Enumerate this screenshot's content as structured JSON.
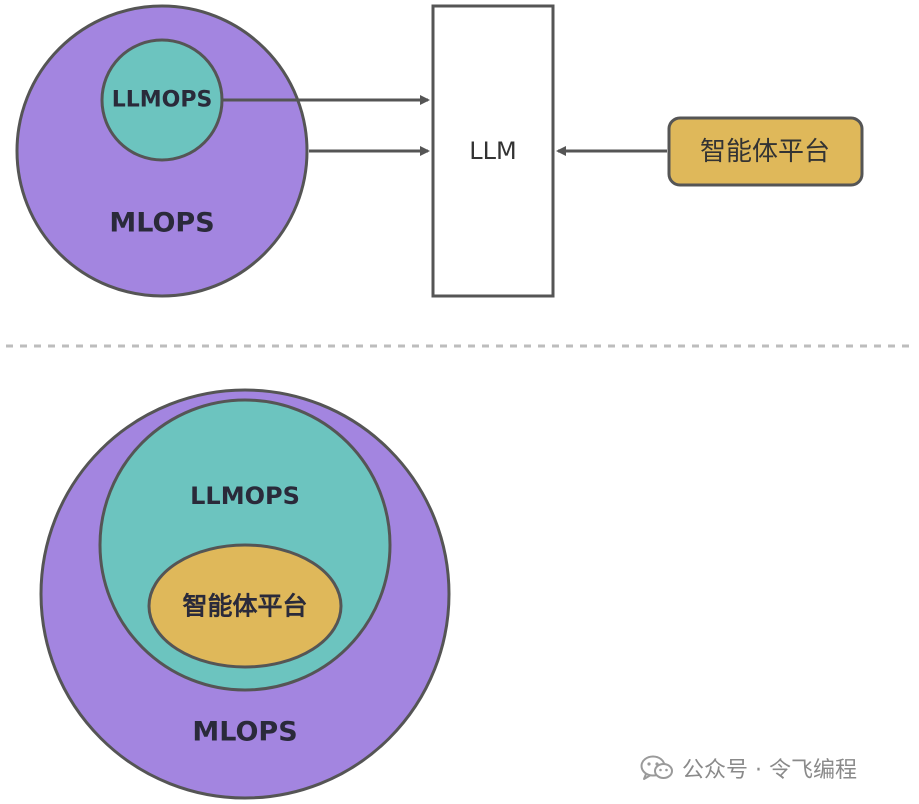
{
  "top_diagram": {
    "outer_label": "MLOPS",
    "inner_label": "LLMOPS",
    "box_label": "LLM",
    "platform_label": "智能体平台"
  },
  "bottom_diagram": {
    "outer_label": "MLOPS",
    "middle_label": "LLMOPS",
    "inner_label": "智能体平台"
  },
  "watermark": {
    "text": "公众号 · 令飞编程",
    "icon": "wechat-icon"
  },
  "colors": {
    "purple": "#a385e0",
    "teal": "#6cc4bf",
    "gold": "#dfb85a",
    "stroke": "#555555",
    "divider": "#bdbdbd"
  }
}
